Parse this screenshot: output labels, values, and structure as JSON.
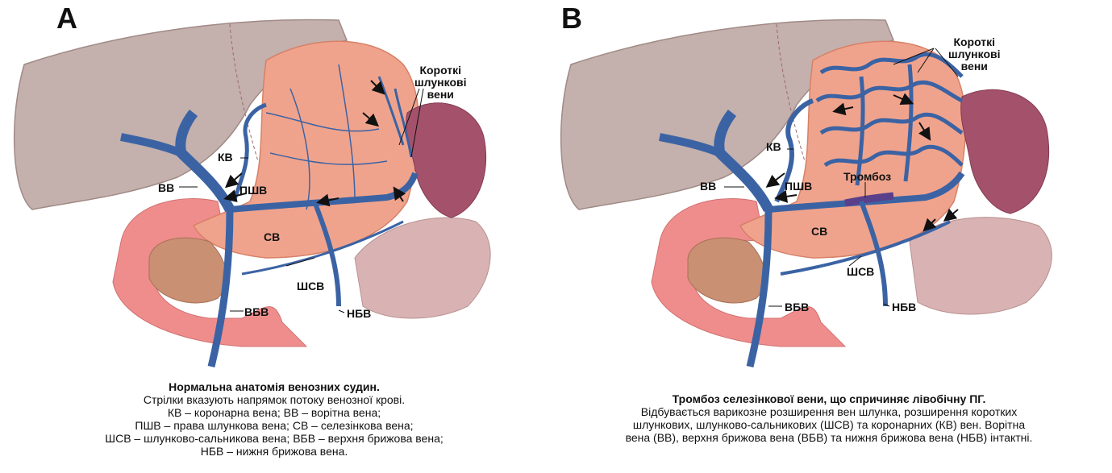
{
  "colors": {
    "liver": "#c4b0ad",
    "stomach": "#f0a38c",
    "spleen": "#a4526b",
    "duodenum": "#ef8d8d",
    "pancreas": "#c99073",
    "vein": "#3b63a4",
    "intestine": "#d9b3b4"
  },
  "panel_a": {
    "letter": "A",
    "labels": {
      "short_gastric": [
        "Короткі",
        "шлункові",
        "вени"
      ],
      "kv": "КВ",
      "vv": "ВВ",
      "pshv": "ПШВ",
      "sv": "СВ",
      "shsv": "ШСВ",
      "vbv": "ВБВ",
      "nbv": "НБВ"
    },
    "caption": {
      "title": "Нормальна анатомія венозних судин.",
      "lines": [
        "Стрілки вказують напрямок потоку венозної крові.",
        "КВ – коронарна вена; ВВ – ворітна вена;",
        "ПШВ – права шлункова вена; СВ – селезінкова вена;",
        "ШСВ – шлунково-сальникова вена; ВБВ – верхня брижова вена;",
        "НБВ – нижня брижова вена."
      ]
    }
  },
  "panel_b": {
    "letter": "B",
    "labels": {
      "short_gastric": [
        "Короткі",
        "шлункові",
        "вени"
      ],
      "kv": "КВ",
      "vv": "ВВ",
      "pshv": "ПШВ",
      "thrombosis": "Тромбоз",
      "sv": "СВ",
      "shsv": "ШСВ",
      "vbv": "ВБВ",
      "nbv": "НБВ"
    },
    "caption": {
      "title": "Тромбоз селезінкової вени, що спричиняє лівобічну ПГ.",
      "lines": [
        "Відбувається варикозне розширення вен шлунка, розширення коротких",
        "шлункових, шлунково-сальникових (ШСВ) та коронарних (КВ) вен. Ворітна",
        "вена (ВВ), верхня брижова вена (ВБВ) та нижня брижова вена (НБВ) інтактні."
      ]
    }
  }
}
